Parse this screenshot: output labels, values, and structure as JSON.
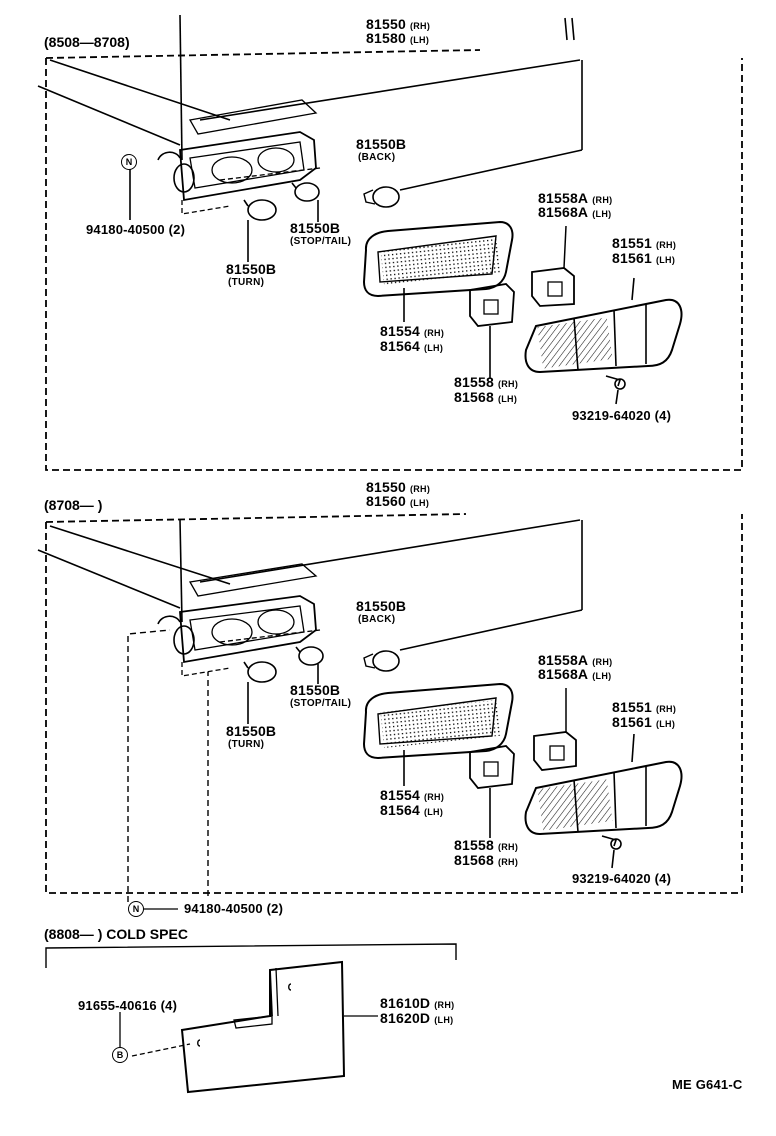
{
  "sections": {
    "s1": {
      "range": "(8508—8708)",
      "assembly": {
        "rh": "81550",
        "lh": "81580",
        "rh_tag": "(RH)",
        "lh_tag": "(LH)"
      },
      "bulb_back": {
        "part": "81550B",
        "desc": "(BACK)"
      },
      "bulb_stop": {
        "part": "81550B",
        "desc": "(STOP/TAIL)"
      },
      "bulb_turn": {
        "part": "81550B",
        "desc": "(TURN)"
      },
      "screw": {
        "part": "94180-40500",
        "qty": "(2)",
        "mark": "N"
      },
      "bracket_a": {
        "rh": "81558A",
        "lh": "81568A",
        "rh_tag": "(RH)",
        "lh_tag": "(LH)"
      },
      "lens": {
        "rh": "81551",
        "lh": "81561",
        "rh_tag": "(RH)",
        "lh_tag": "(LH)"
      },
      "gasket": {
        "rh": "81554",
        "lh": "81564",
        "rh_tag": "(RH)",
        "lh_tag": "(LH)"
      },
      "bracket": {
        "rh": "81558",
        "lh": "81568",
        "rh_tag": "(RH)",
        "lh_tag": "(LH)"
      },
      "lens_screw": {
        "part": "93219-64020",
        "qty": "(4)"
      }
    },
    "s2": {
      "range": "(8708—        )",
      "assembly": {
        "rh": "81550",
        "lh": "81560",
        "rh_tag": "(RH)",
        "lh_tag": "(LH)"
      },
      "bulb_back": {
        "part": "81550B",
        "desc": "(BACK)"
      },
      "bulb_stop": {
        "part": "81550B",
        "desc": "(STOP/TAIL)"
      },
      "bulb_turn": {
        "part": "81550B",
        "desc": "(TURN)"
      },
      "screw": {
        "part": "94180-40500",
        "qty": "(2)",
        "mark": "N"
      },
      "bracket_a": {
        "rh": "81558A",
        "lh": "81568A",
        "rh_tag": "(RH)",
        "lh_tag": "(LH)"
      },
      "lens": {
        "rh": "81551",
        "lh": "81561",
        "rh_tag": "(RH)",
        "lh_tag": "(LH)"
      },
      "gasket": {
        "rh": "81554",
        "lh": "81564",
        "rh_tag": "(RH)",
        "lh_tag": "(LH)"
      },
      "bracket": {
        "rh": "81558",
        "lh": "81568",
        "rh_tag": "(RH)",
        "lh_tag": "(RH)"
      },
      "lens_screw": {
        "part": "93219-64020",
        "qty": "(4)"
      }
    },
    "s3": {
      "range": "(8808—        ) COLD SPEC",
      "clip": {
        "part": "91655-40616",
        "qty": "(4)",
        "mark": "B"
      },
      "mudguard": {
        "rh": "81610D",
        "lh": "81620D",
        "rh_tag": "(RH)",
        "lh_tag": "(LH)"
      }
    }
  },
  "footer_code": "ME  G641-C"
}
